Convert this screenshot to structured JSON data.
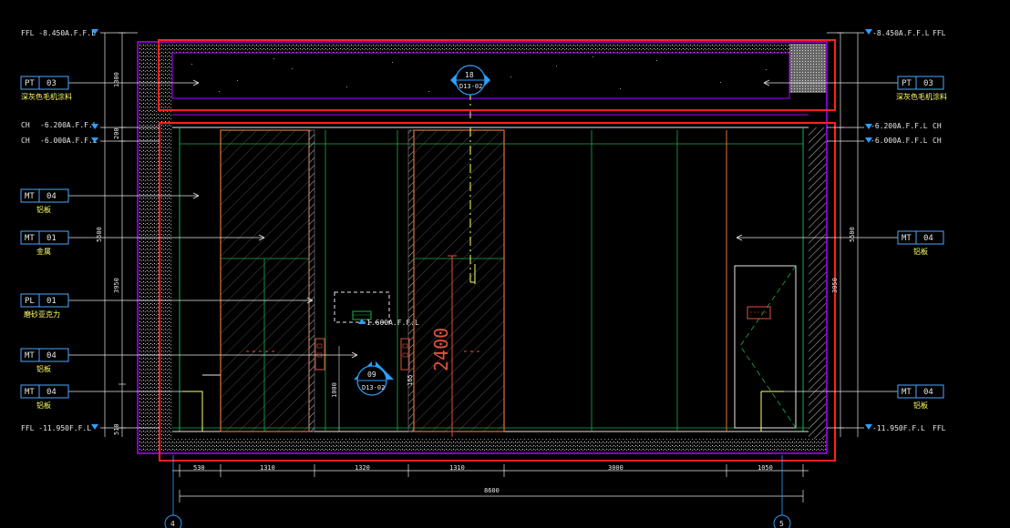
{
  "levels": {
    "ffl_top": "FFL -8.450A.F.F.L",
    "ffl_top_right": "-8.450A.F.F.L",
    "ffl_right": "FFL",
    "ch": "CH",
    "ch1": "-6.200A.F.F.L",
    "ch2": "-6.000A.F.F.L",
    "ffl_bottom": "FFL -11.950F.F.L",
    "ffl_bottom_right": "-11.950F.F.L"
  },
  "tags_left": [
    {
      "code": "PT",
      "num": "03",
      "desc": "深灰色毛机涂料"
    },
    {
      "code": "MT",
      "num": "04",
      "desc": "铝板"
    },
    {
      "code": "MT",
      "num": "01",
      "desc": "金属"
    },
    {
      "code": "PL",
      "num": "01",
      "desc": "磨砂亚克力"
    },
    {
      "code": "MT",
      "num": "04",
      "desc": "铝板"
    },
    {
      "code": "MT",
      "num": "04",
      "desc": "铝板"
    }
  ],
  "tags_right": [
    {
      "code": "PT",
      "num": "03",
      "desc": "深灰色毛机涂料"
    },
    {
      "code": "MT",
      "num": "04",
      "desc": "铝板"
    },
    {
      "code": "MT",
      "num": "04",
      "desc": "铝板"
    }
  ],
  "vertical_dims_left": [
    "1300",
    "200",
    "5500",
    "3950",
    "1000",
    "510"
  ],
  "vertical_dims_right": [
    "5500",
    "3950"
  ],
  "callouts": {
    "top_num": "18",
    "top_ref": "D13-02",
    "bottom_num": "09",
    "bottom_ref": "D13-02"
  },
  "annotations": {
    "level_tag": "1.600A.F.F.L",
    "height_big": "2400",
    "small_dim": "165"
  },
  "bottom_dims": [
    "530",
    "1310",
    "1320",
    "1310",
    "3000",
    "1050"
  ],
  "overall_dim": "8600",
  "grids": [
    "4",
    "5"
  ]
}
